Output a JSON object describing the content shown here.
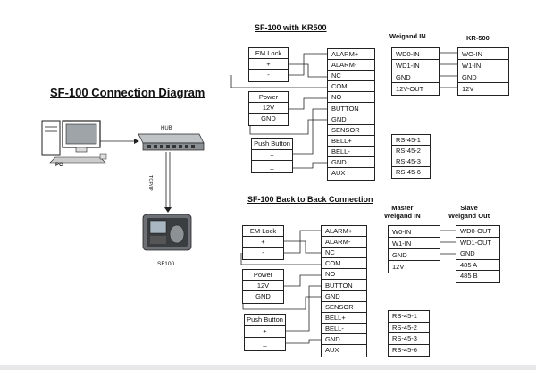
{
  "title": "SF-100 Connection Diagram",
  "devices": {
    "pc": "PC",
    "hub": "HUB",
    "tcpip": "TCP/IP",
    "sf100": "SF100"
  },
  "section1": {
    "title": "SF-100 with KR500",
    "left_groups": [
      {
        "name": "EM Lock",
        "rows": [
          "+",
          "-"
        ]
      },
      {
        "name": "Power",
        "rows": [
          "12V",
          "GND"
        ]
      },
      {
        "name": "Push Button",
        "rows": [
          "+",
          "_"
        ]
      }
    ],
    "terminals": [
      "ALARM+",
      "ALARM-",
      "NC",
      "COM",
      "NO",
      "BUTTON",
      "GND",
      "SENSOR",
      "BELL+",
      "BELL-",
      "GND",
      "AUX"
    ],
    "weigand_header": "Weigand IN",
    "kr_header": "KR-500",
    "weigand": [
      "WD0-IN",
      "WD1-IN",
      "GND",
      "12V-OUT"
    ],
    "kr500": [
      "WO-IN",
      "W1-IN",
      "GND",
      "12V"
    ],
    "rs": [
      "RS-45-1",
      "RS-45-2",
      "RS-45-3",
      "RS-45-6"
    ]
  },
  "section2": {
    "title": "SF-100 Back to Back Connection",
    "left_groups": [
      {
        "name": "EM Lock",
        "rows": [
          "+",
          "-"
        ]
      },
      {
        "name": "Power",
        "rows": [
          "12V",
          "GND"
        ]
      },
      {
        "name": "Push Button",
        "rows": [
          "+",
          "_"
        ]
      }
    ],
    "terminals": [
      "ALARM+",
      "ALARM-",
      "NC",
      "COM",
      "NO",
      "BUTTON",
      "GND",
      "SENSOR",
      "BELL+",
      "BELL-",
      "GND",
      "AUX"
    ],
    "master_header": [
      "Master",
      "Weigand IN"
    ],
    "slave_header": [
      "Slave",
      "Weigand Out"
    ],
    "master": [
      "W0-IN",
      "W1-IN",
      "GND",
      "12V"
    ],
    "slave": [
      "WD0-OUT",
      "WD1-OUT",
      "GND",
      "485 A",
      "485 B"
    ],
    "rs": [
      "RS-45-1",
      "RS-45-2",
      "RS-45-3",
      "RS-45-6"
    ]
  }
}
